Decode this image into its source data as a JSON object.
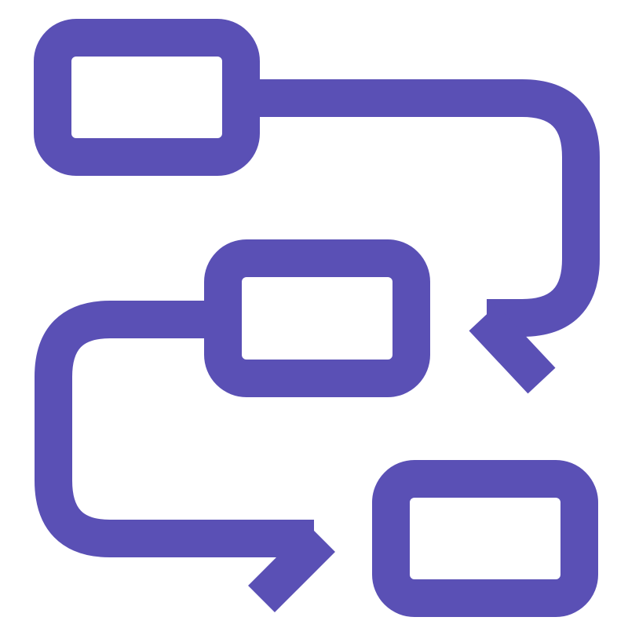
{
  "icon": {
    "name": "workflow-process-icon",
    "color": "#5a50b5",
    "background": "#ffffff",
    "nodes": [
      "process-box-1",
      "process-box-2",
      "process-box-3"
    ],
    "connectors": [
      "connector-1-to-2",
      "connector-2-to-3"
    ]
  }
}
